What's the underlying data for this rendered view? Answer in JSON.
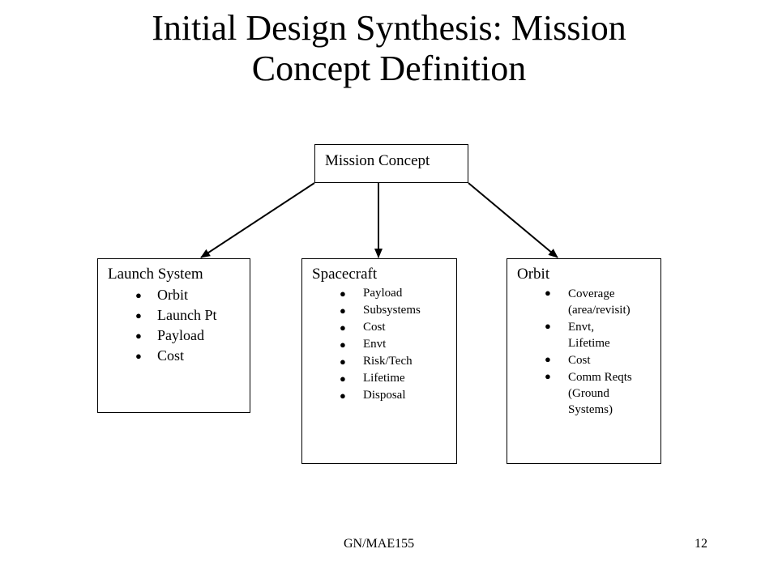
{
  "title": {
    "line1": "Initial Design Synthesis: Mission",
    "line2": "Concept Definition"
  },
  "diagram": {
    "root": "Mission Concept",
    "children": [
      {
        "heading": "Launch System",
        "items": [
          "Orbit",
          "Launch Pt",
          "Payload",
          "Cost"
        ]
      },
      {
        "heading": "Spacecraft",
        "items": [
          "Payload",
          "Subsystems",
          "Cost",
          "Envt",
          "Risk/Tech",
          "Lifetime",
          "Disposal"
        ]
      },
      {
        "heading": "Orbit",
        "items": [
          "Coverage\n(area/revisit)",
          "Envt,\nLifetime",
          "Cost",
          "Comm Reqts\n(Ground\nSystems)"
        ]
      }
    ],
    "bullet_glyph": "●",
    "line_color": "#000000"
  },
  "footer": {
    "left": "GN/MAE155",
    "page_number": "12"
  }
}
